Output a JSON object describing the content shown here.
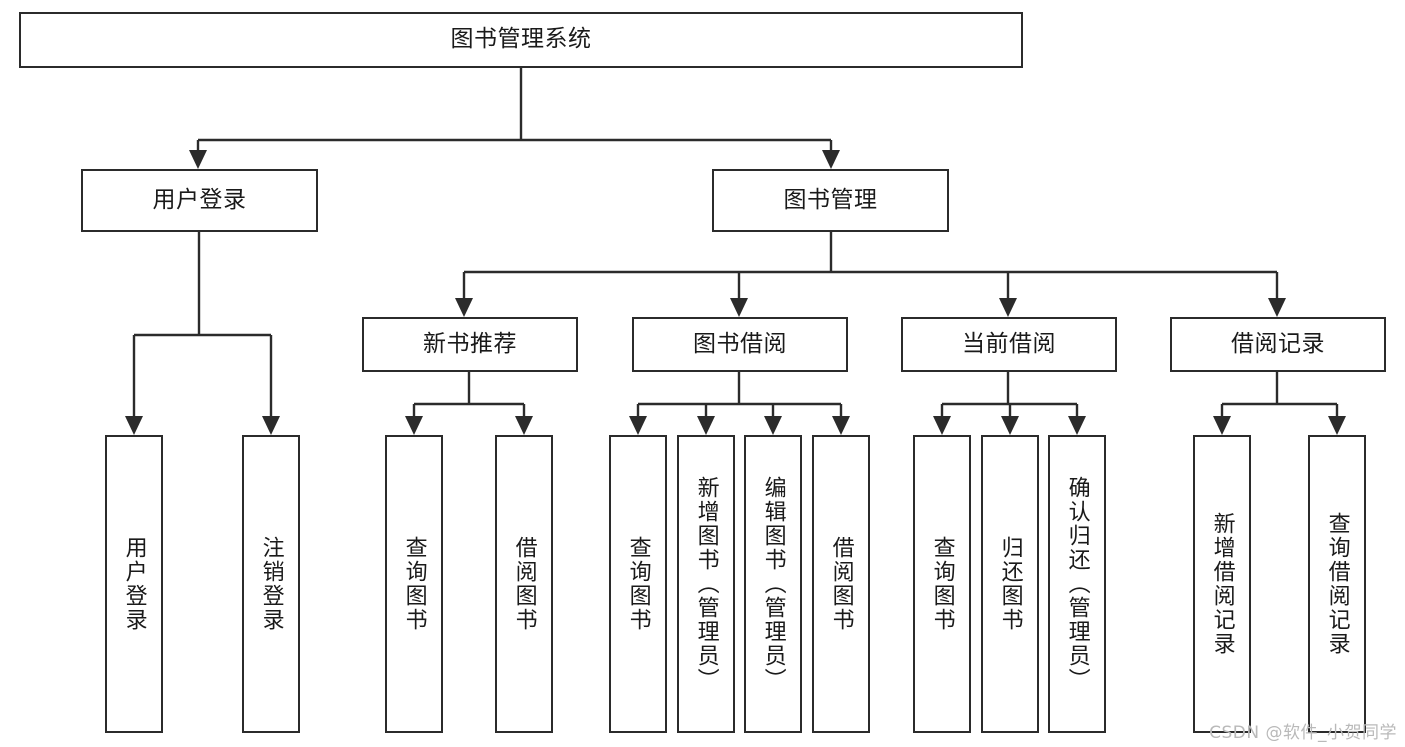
{
  "diagram": {
    "type": "tree-hierarchy-chart",
    "title": "图书管理系统",
    "watermark": "CSDN @软件_小贺同学",
    "colors": {
      "box_border": "#2b2b2b",
      "box_fill": "#ffffff",
      "text": "#1a1a1a",
      "connector": "#2b2b2b",
      "watermark": "#b9b9b9"
    },
    "root": {
      "label": "图书管理系统"
    },
    "level2": [
      {
        "label": "用户登录"
      },
      {
        "label": "图书管理"
      }
    ],
    "level3": [
      {
        "label": "新书推荐"
      },
      {
        "label": "图书借阅"
      },
      {
        "label": "当前借阅"
      },
      {
        "label": "借阅记录"
      }
    ],
    "leaves": {
      "user_login": [
        {
          "label": "用户登录"
        },
        {
          "label": "注销登录"
        }
      ],
      "new_book_recommend": [
        {
          "label": "查询图书"
        },
        {
          "label": "借阅图书"
        }
      ],
      "book_borrow": [
        {
          "label": "查询图书"
        },
        {
          "label": "新增图书（管理员）"
        },
        {
          "label": "编辑图书（管理员）"
        },
        {
          "label": "借阅图书"
        }
      ],
      "current_borrow": [
        {
          "label": "查询图书"
        },
        {
          "label": "归还图书"
        },
        {
          "label": "确认归还（管理员）"
        }
      ],
      "borrow_record": [
        {
          "label": "新增借阅记录"
        },
        {
          "label": "查询借阅记录"
        }
      ]
    }
  }
}
